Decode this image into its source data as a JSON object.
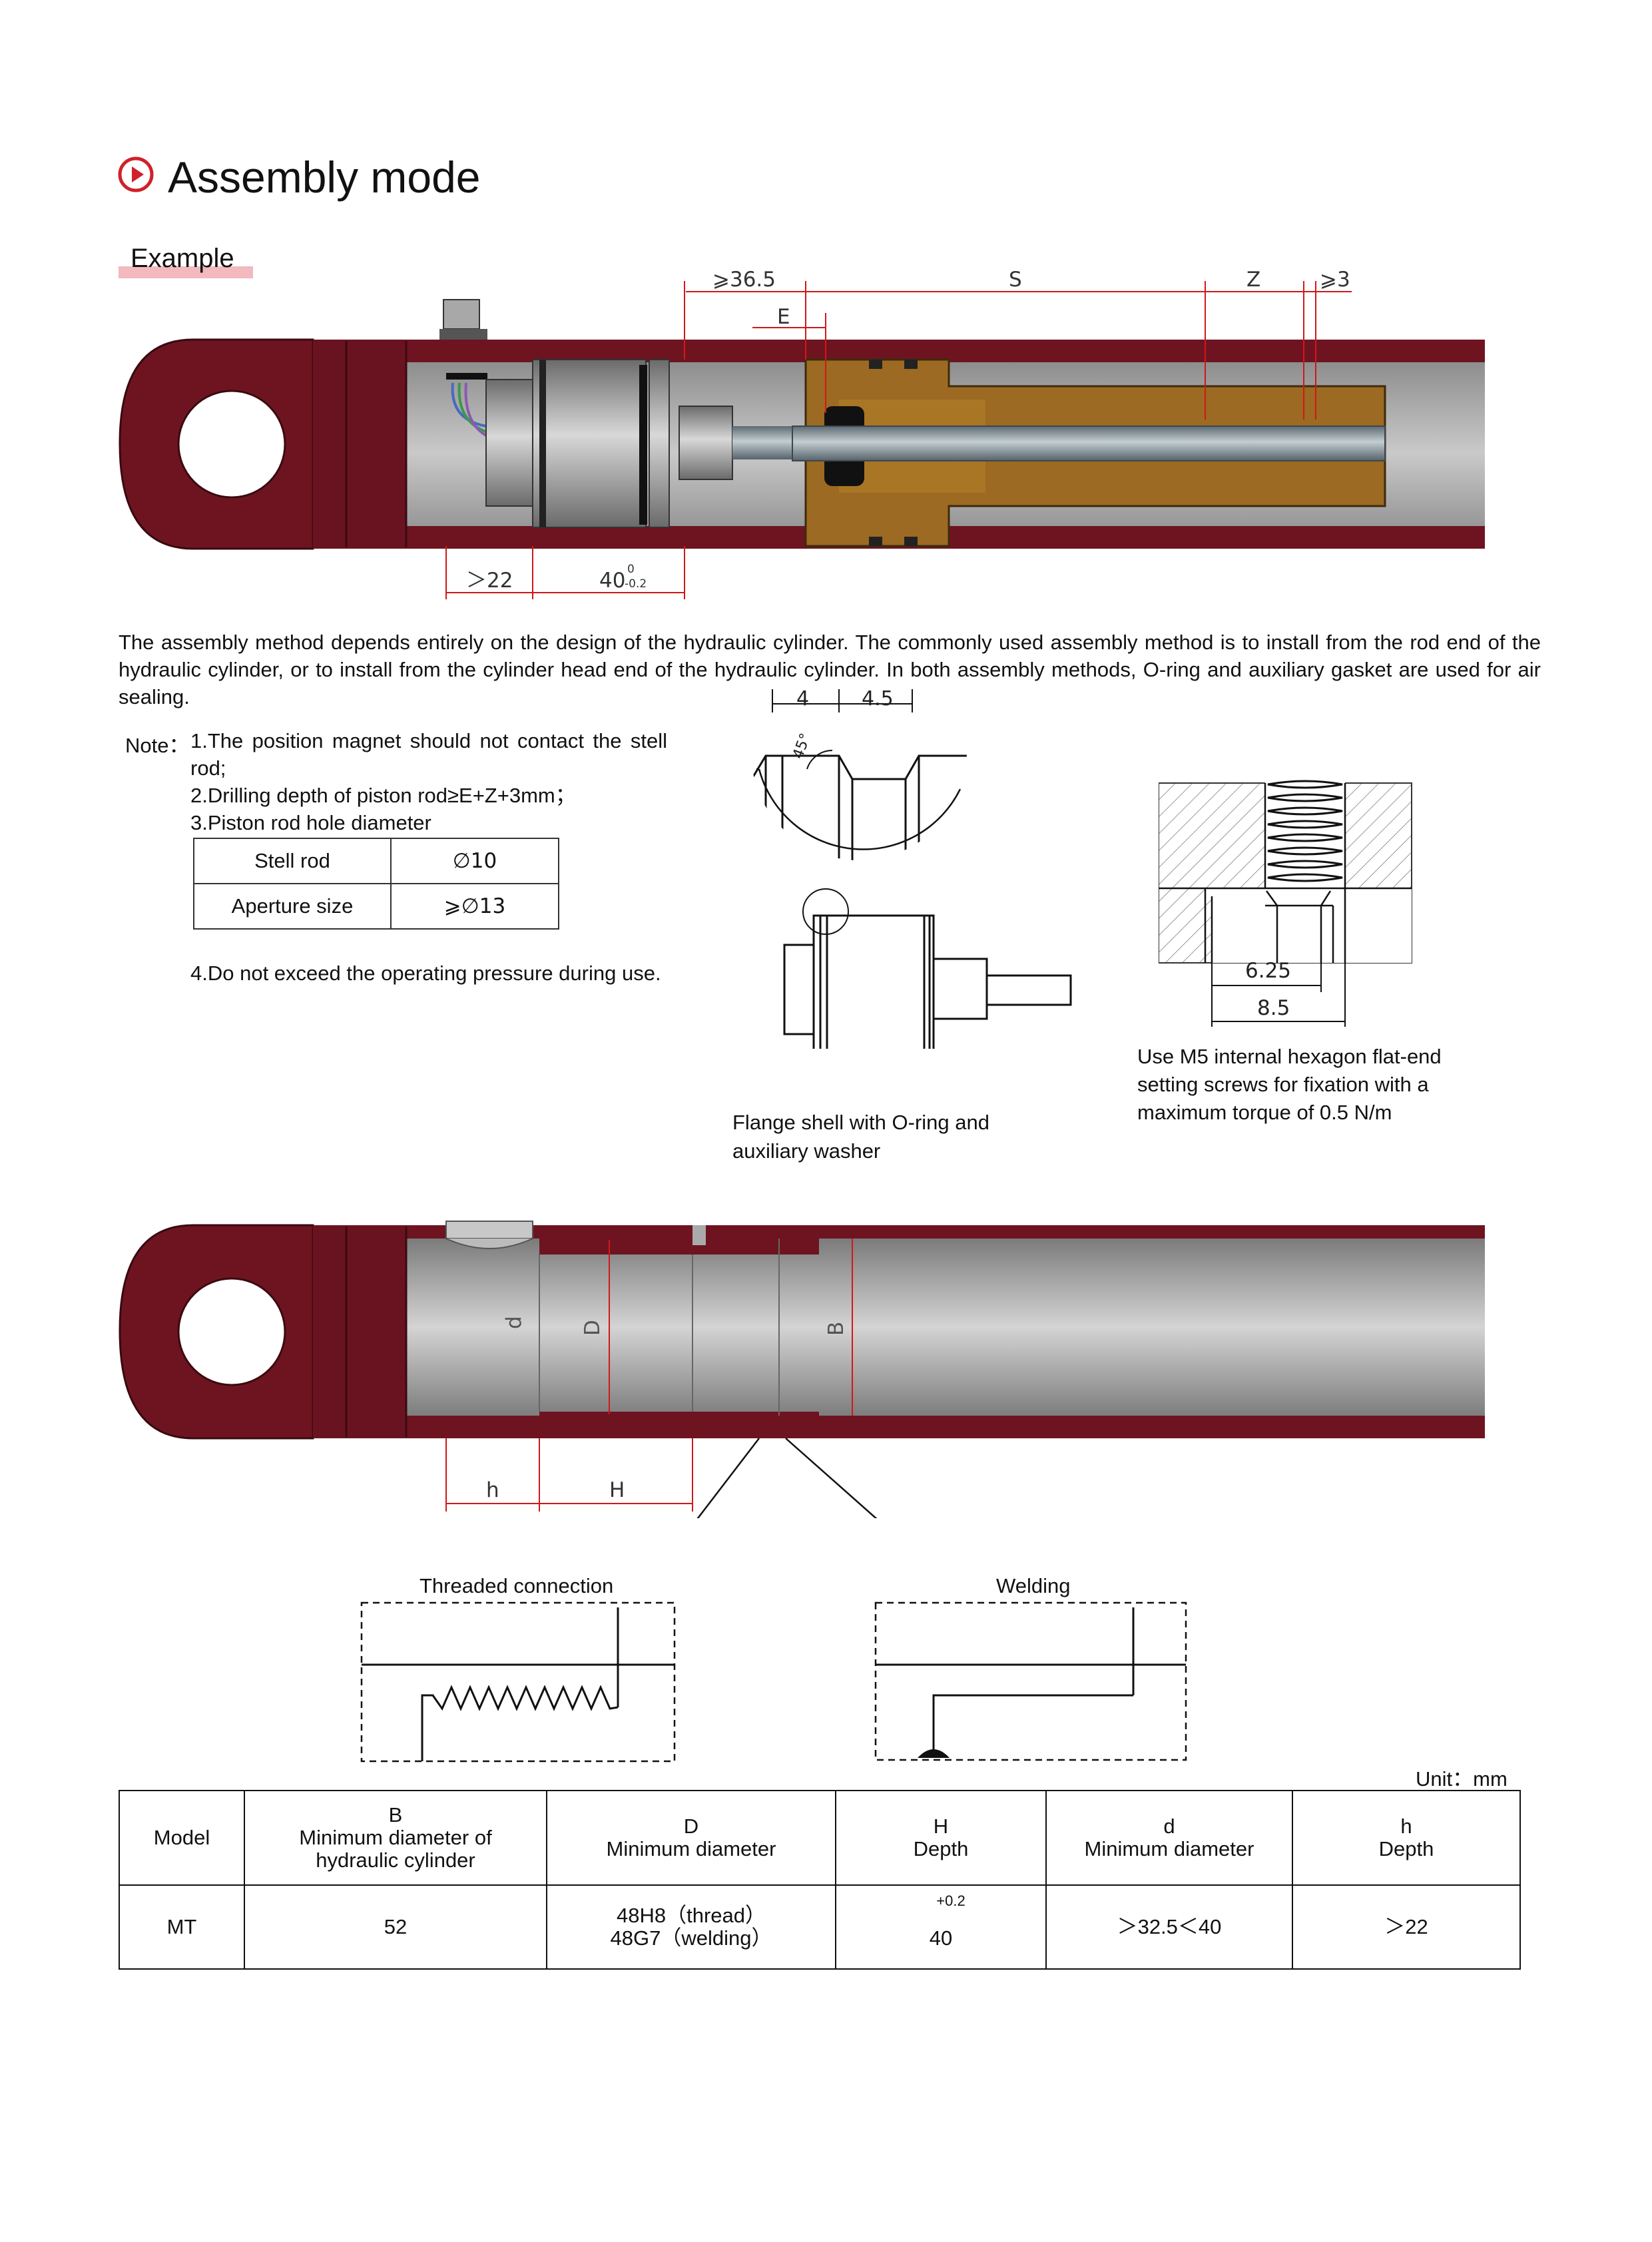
{
  "header": {
    "title": "Assembly mode",
    "section": "Example"
  },
  "top_diagram": {
    "dims": {
      "d36": "⩾36.5",
      "s": "S",
      "z": "Z",
      "d3": "⩾3",
      "e": "E",
      "d22": "＞22",
      "d40": "40",
      "tol_top": "0",
      "tol_bot": "-0.2"
    }
  },
  "paragraph": "The assembly method depends entirely on the design of the hydraulic cylinder. The commonly used assembly method is to install from the rod end of the hydraulic cylinder, or to install from the cylinder head end of the hydraulic cylinder. In both assembly methods, O-ring and auxiliary gasket are used for air sealing.",
  "notes": {
    "label": "Note：",
    "n1": "1.The position magnet should not contact the stell rod;",
    "n2": "2.Drilling depth of piston rod≥E+Z+3mm；",
    "n3": "3.Piston rod hole diameter",
    "n4": "4.Do not exceed the operating pressure during use."
  },
  "spec_table": [
    {
      "label": "Stell rod",
      "value": "∅10"
    },
    {
      "label": "Aperture size",
      "value": "⩾∅13"
    }
  ],
  "flange_detail": {
    "dim_a": "4",
    "dim_b": "4.5",
    "angle": "45°",
    "caption": "Flange shell with O-ring and auxiliary washer"
  },
  "screw_detail": {
    "dim_a": "6.25",
    "dim_b": "8.5",
    "caption": "Use M5 internal hexagon flat-end setting screws for fixation with a maximum torque of 0.5 N/m"
  },
  "bottom_diagram": {
    "labels": {
      "d": "d",
      "D": "D",
      "B": "B",
      "h": "h",
      "H": "H"
    }
  },
  "connections": {
    "thread": "Threaded connection",
    "weld": "Welding"
  },
  "unit": "Unit：mm",
  "model_table": {
    "headers": [
      {
        "l1": "Model",
        "l2": "",
        "l3": ""
      },
      {
        "l1": "B",
        "l2": "Minimum diameter of",
        "l3": "hydraulic cylinder"
      },
      {
        "l1": "D",
        "l2": "Minimum diameter",
        "l3": ""
      },
      {
        "l1": "H",
        "l2": "Depth",
        "l3": ""
      },
      {
        "l1": "d",
        "l2": "Minimum diameter",
        "l3": ""
      },
      {
        "l1": "h",
        "l2": "Depth",
        "l3": ""
      }
    ],
    "row": {
      "model": "MT",
      "b": "52",
      "d1": "48H8（thread）",
      "d2": "48G7（welding）",
      "h_tol": "+0.2",
      "h": "40",
      "dmin": "＞32.5＜40",
      "hmin": "＞22"
    }
  },
  "colors": {
    "cylinder": "#6e1420",
    "accent": "#d0202a",
    "brass": "#9c6a22",
    "dim": "#d01818"
  }
}
